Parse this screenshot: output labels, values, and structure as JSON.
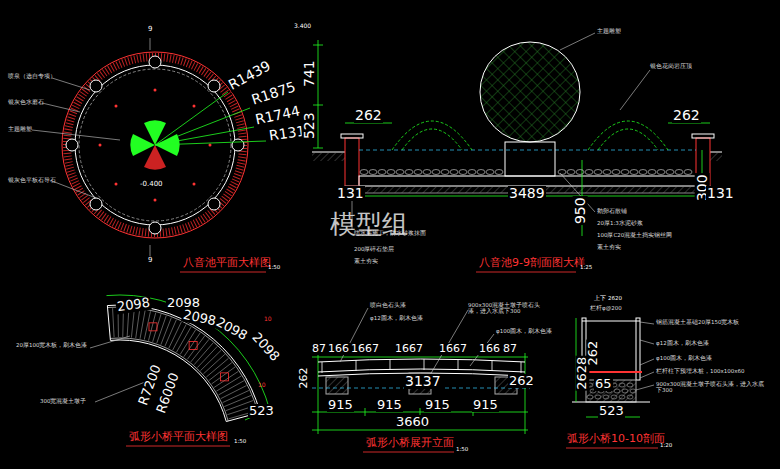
{
  "diagram": {
    "labels": [
      "9",
      "9",
      "R1439",
      "R1875",
      "R1744",
      "R131",
      "-0.400",
      "喷泉（选自专项）",
      "银灰色水磨石",
      "主题雕塑",
      "银灰色平板石导石",
      "八音池平面大样图",
      "1:50",
      "3.400",
      "741",
      "523",
      "262",
      "262",
      "3489",
      "950",
      "300",
      "131",
      "131",
      "主题雕塑",
      "银色花岗岩压顶",
      "鹅卵石散铺",
      "20厚1:3水泥砂浆",
      "100厚C20混凝土捣实钢丝网",
      "素土夯实",
      "防水层施工，防水砂浆抹面",
      "200厚碎石垫层",
      "素土夯实",
      "八音池9-9剖面图大样",
      "1:25",
      "模型组",
      "2098",
      "2098",
      "2098",
      "2098",
      "2098",
      "R7200",
      "R6000",
      "523",
      "10",
      "10",
      "20厚100宽木板，刷木色漆",
      "300宽混凝土墩子",
      "弧形小桥平面大样图",
      "1:50",
      "喷白色石头漆",
      "φ12圆木，刷木色漆",
      "900x300混凝土墩子喷石头漆，进入水底下300",
      "φ100圆木，刷木色漆",
      "87",
      "166",
      "1667",
      "1667",
      "1667",
      "166",
      "87",
      "262",
      "3137",
      "262",
      "915",
      "915",
      "915",
      "915",
      "3660",
      "弧形小桥展开立面",
      "1:50",
      "上下",
      "2620",
      "栏杆φ@200",
      "钢筋混凝土基础20厚150宽木板",
      "φ12圆木，刷木色漆",
      "φ100圆木，刷木色漆",
      "栏杆柱下预埋木桩，100x100x60",
      "900x300混凝土墩子喷石头漆，进入水底下300",
      "2628",
      "262",
      "65",
      "523",
      "弧形小桥10-10剖面",
      "1:20"
    ]
  }
}
